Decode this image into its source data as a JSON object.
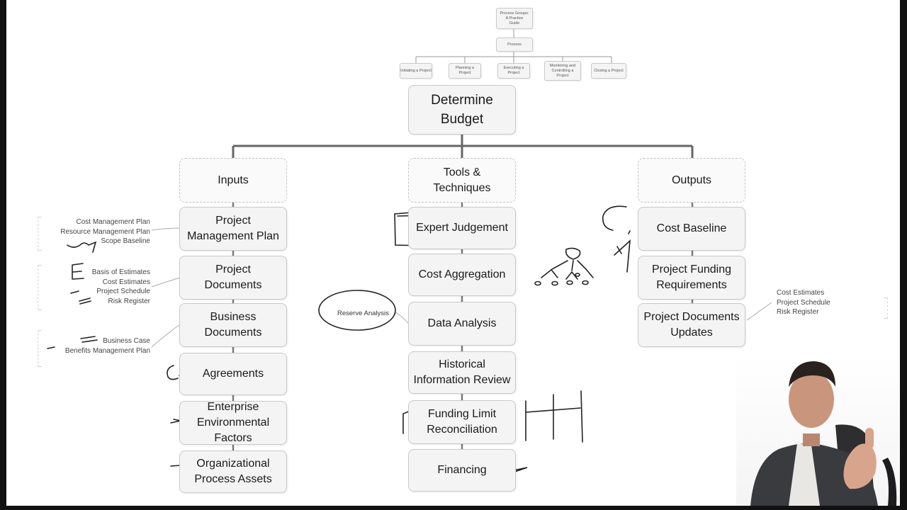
{
  "top_diagram": {
    "title": "Process Groups:\nA Practice\nGuide",
    "process": "Process",
    "groups": [
      "Initiating a Project",
      "Planning a Project",
      "Executing a\nProject",
      "Monitoring and\nControlling a\nProject",
      "Closing a Project"
    ]
  },
  "main": {
    "title": "Determine\nBudget",
    "inputs": {
      "header": "Inputs",
      "items": [
        "Project\nManagement Plan",
        "Project\nDocuments",
        "Business\nDocuments",
        "Agreements",
        "Enterprise\nEnvironmental\nFactors",
        "Organizational\nProcess Assets"
      ]
    },
    "tools": {
      "header": "Tools &\nTechniques",
      "items": [
        "Expert Judgement",
        "Cost Aggregation",
        "Data Analysis",
        "Historical\nInformation Review",
        "Funding Limit\nReconciliation",
        "Financing"
      ]
    },
    "outputs": {
      "header": "Outputs",
      "items": [
        "Cost Baseline",
        "Project Funding\nRequirements",
        "Project Documents\nUpdates"
      ]
    }
  },
  "notes": {
    "pmp": [
      "Cost Management Plan",
      "Resource Management Plan",
      "Scope Baseline"
    ],
    "project_documents": [
      "Basis of Estimates",
      "Cost Estimates",
      "Project Schedule",
      "Risk Register"
    ],
    "business_documents": [
      "Business Case",
      "Benefits Management Plan"
    ],
    "data_analysis": "Reserve Analysis",
    "documents_updates": [
      "Cost Estimates",
      "Project Schedule",
      "Risk Register"
    ]
  },
  "colors": {
    "box_fill": "#f4f4f4",
    "box_border": "#c9c9c9",
    "connector": "#666666",
    "ink": "#222222"
  }
}
